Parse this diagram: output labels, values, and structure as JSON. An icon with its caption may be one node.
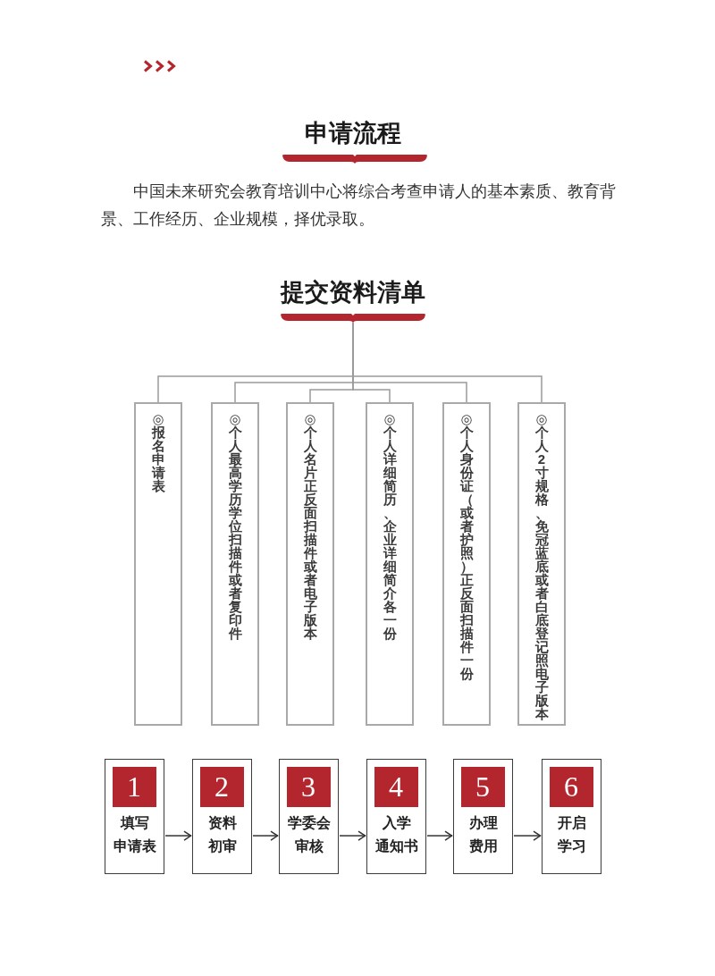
{
  "diagram": {
    "title": "申请流程",
    "nodes": [
      {
        "text": [
          "提交资料清单"
        ]
      },
      {
        "text": [
          "◎报名申请表"
        ]
      },
      {
        "text": [
          "◎个人最高学历学位扫描件或者复印件"
        ]
      },
      {
        "text": [
          "◎个人名片正反面扫描件或者电子版本"
        ]
      },
      {
        "text": [
          "◎个人详细简历、企业详细简介各一份"
        ]
      },
      {
        "text": [
          "◎个人身份证（或者护照）正反面扫描件一份"
        ]
      },
      {
        "text": [
          "◎个人2寸规格、免冠蓝底或者白底登记照电子版本"
        ]
      },
      {
        "text": [
          "填写申请表"
        ]
      },
      {
        "text": [
          "1"
        ],
        "in": 7
      },
      {
        "text": [
          "资料初审"
        ]
      },
      {
        "text": [
          "2"
        ],
        "in": 9
      },
      {
        "text": [
          "学委会审核"
        ]
      },
      {
        "text": [
          "3"
        ],
        "in": 11
      },
      {
        "text": [
          "入学通知书"
        ]
      },
      {
        "text": [
          "4"
        ],
        "in": 13
      },
      {
        "text": [
          "办理费用"
        ]
      },
      {
        "text": [
          "5"
        ],
        "in": 15
      },
      {
        "text": [
          "开启学习"
        ]
      },
      {
        "text": [
          "6"
        ],
        "in": 17
      }
    ],
    "edges": [
      {
        "from": 0,
        "to": 1,
        "arrow": "none"
      },
      {
        "from": 0,
        "to": 2,
        "arrow": "none"
      },
      {
        "from": 0,
        "to": 3,
        "arrow": "none"
      },
      {
        "from": 0,
        "to": 4,
        "arrow": "none"
      },
      {
        "from": 0,
        "to": 5,
        "arrow": "none"
      },
      {
        "from": 0,
        "to": 6,
        "arrow": "none"
      },
      {
        "from": 7,
        "to": 9,
        "arrow": "to",
        "color": "#333333"
      },
      {
        "from": 9,
        "to": 11,
        "arrow": "to",
        "color": "#333333"
      },
      {
        "from": 11,
        "to": 13,
        "arrow": "to",
        "color": "#333333"
      },
      {
        "from": 13,
        "to": 15,
        "arrow": "to",
        "color": "#333333"
      },
      {
        "from": 15,
        "to": 17,
        "arrow": "to",
        "color": "#333333"
      }
    ],
    "labels": [
      "中国未来研究会教育培训中心将综合考查申请人的基本素质、教育背景、工作经历、企业规模，择优录取。"
    ]
  }
}
